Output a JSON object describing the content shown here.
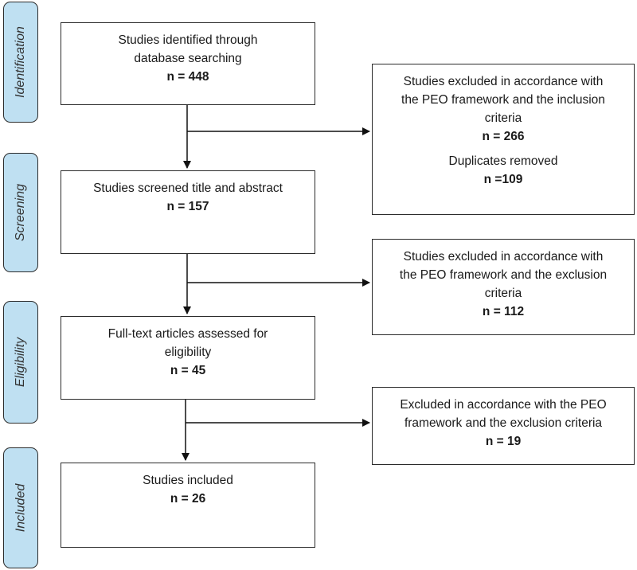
{
  "phases": [
    {
      "label": "Identification"
    },
    {
      "label": "Screening"
    },
    {
      "label": "Eligibility"
    },
    {
      "label": "Included"
    }
  ],
  "main_boxes": [
    {
      "lines": [
        "Studies identified through",
        "database searching"
      ],
      "count": "n = 448"
    },
    {
      "lines": [
        "Studies screened title and abstract"
      ],
      "count": "n = 157"
    },
    {
      "lines": [
        "Full-text articles assessed for",
        "eligibility"
      ],
      "count": "n = 45"
    },
    {
      "lines": [
        "Studies included"
      ],
      "count": "n = 26"
    }
  ],
  "excluded_boxes": [
    {
      "lines": [
        "Studies excluded in accordance with",
        "the PEO framework and the inclusion",
        "criteria"
      ],
      "count": "n = 266",
      "extra_line": "Duplicates removed",
      "extra_count": "n =109"
    },
    {
      "lines": [
        "Studies excluded in accordance with",
        "the PEO framework and the exclusion",
        "criteria"
      ],
      "count": "n = 112"
    },
    {
      "lines": [
        "Excluded in accordance with the PEO",
        "framework and the exclusion criteria"
      ],
      "count": "n = 19"
    }
  ]
}
